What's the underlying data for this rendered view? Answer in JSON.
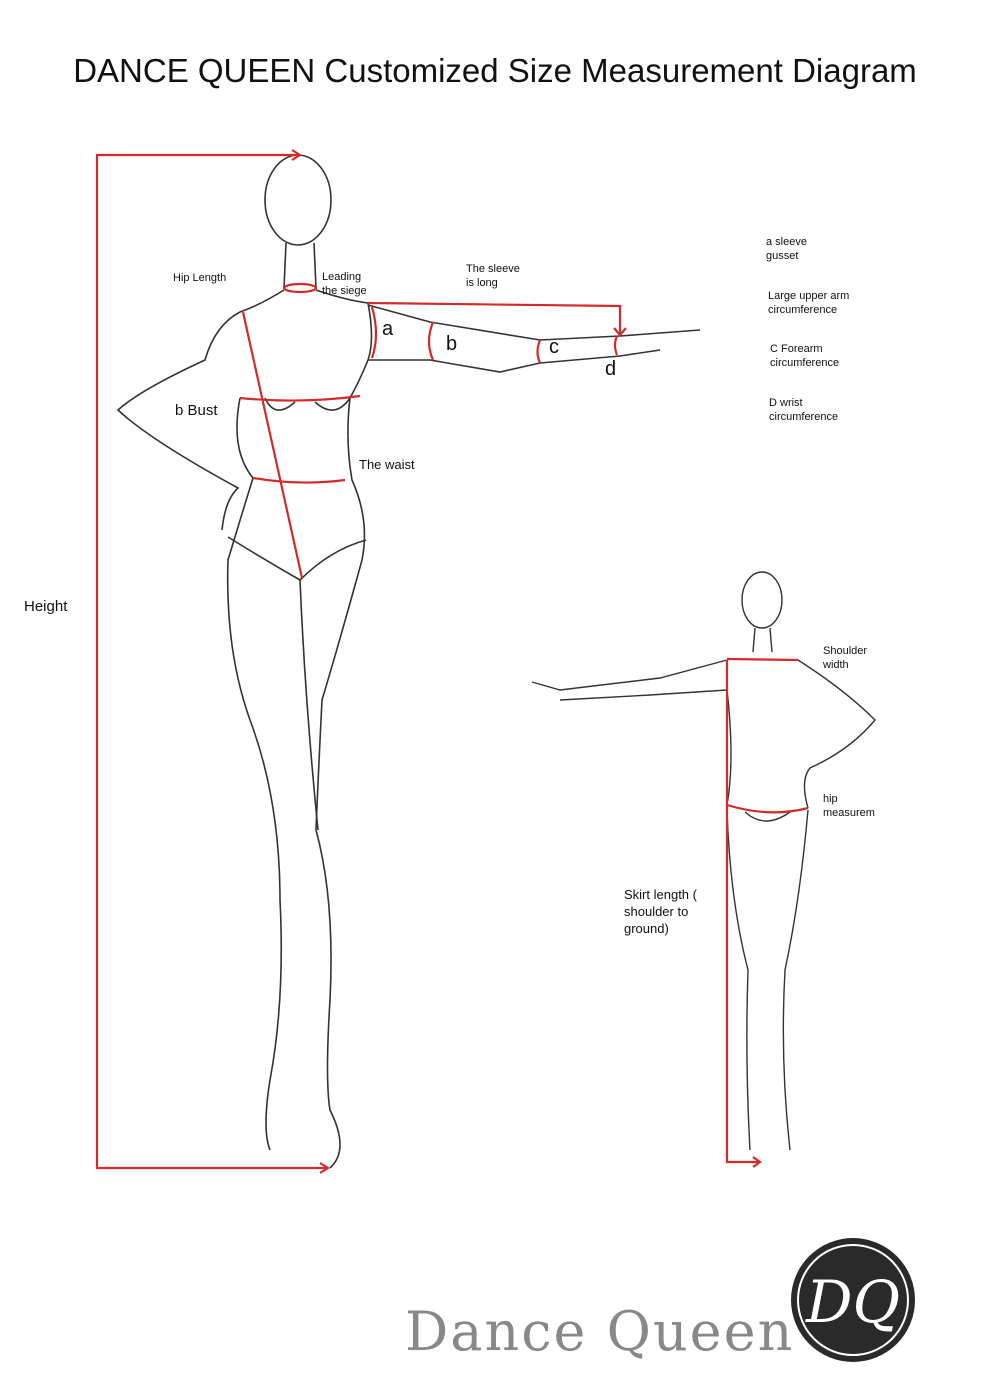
{
  "title": "DANCE QUEEN Customized Size Measurement Diagram",
  "labels": {
    "hip_length": "Hip Length",
    "leading_the_siege": [
      "Leading",
      "the siege"
    ],
    "sleeve_long": [
      "The sleeve",
      "is long"
    ],
    "a": "a",
    "b": "b",
    "c": "c",
    "d": "d",
    "bust": "b Bust",
    "waist": "The waist",
    "height": "Height",
    "shoulder_width": [
      "Shoulder",
      "width"
    ],
    "hip_measure": [
      "hip",
      "measurem"
    ],
    "skirt_length": [
      "Skirt length (",
      "shoulder to",
      "ground)"
    ]
  },
  "legend": [
    [
      "a sleeve",
      "gusset"
    ],
    [
      "Large upper arm",
      "circumference"
    ],
    [
      "C Forearm",
      "circumference"
    ],
    [
      "D wrist",
      "circumference"
    ]
  ],
  "logo": {
    "text": "Dance Queen",
    "monogram": "DQ"
  },
  "colors": {
    "measure": "#d42a2a",
    "sketch": "#333333",
    "logo": "#2a2a2a"
  }
}
